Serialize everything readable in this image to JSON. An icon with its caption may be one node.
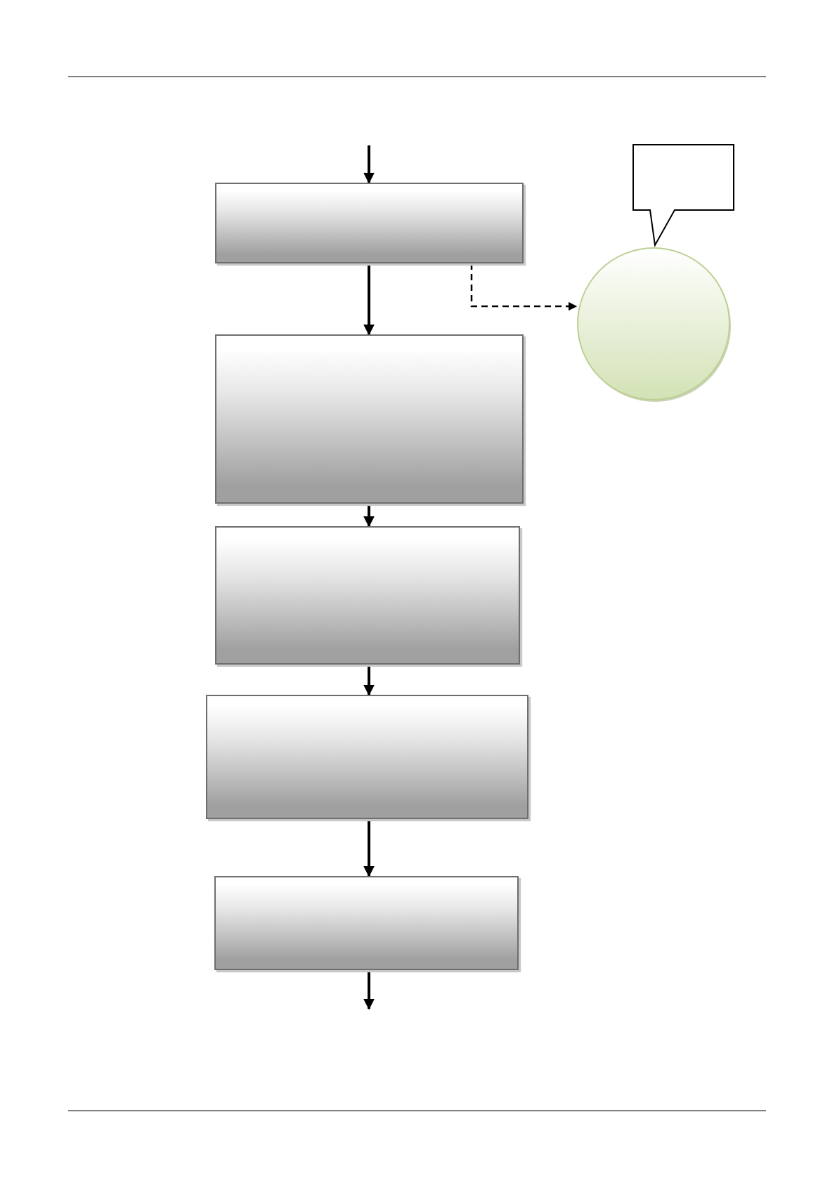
{
  "diagram": {
    "nodes": [
      {
        "text": [],
        "shape": "callout"
      },
      {
        "text": [],
        "shape": "box"
      },
      {
        "text": [],
        "shape": "circle"
      },
      {
        "text": [],
        "shape": "box"
      },
      {
        "text": [],
        "shape": "box"
      },
      {
        "text": [],
        "shape": "box"
      },
      {
        "text": [],
        "shape": "box"
      }
    ],
    "edges": [
      {
        "from": null,
        "to": 1,
        "arrow": "to"
      },
      {
        "from": 1,
        "to": 3,
        "arrow": "to"
      },
      {
        "from": 1,
        "to": 2,
        "arrow": "to",
        "style": "dashed"
      },
      {
        "from": 3,
        "to": 4,
        "arrow": "to"
      },
      {
        "from": 4,
        "to": 5,
        "arrow": "to"
      },
      {
        "from": 5,
        "to": 6,
        "arrow": "to"
      },
      {
        "from": 6,
        "to": null,
        "arrow": "to"
      }
    ]
  }
}
